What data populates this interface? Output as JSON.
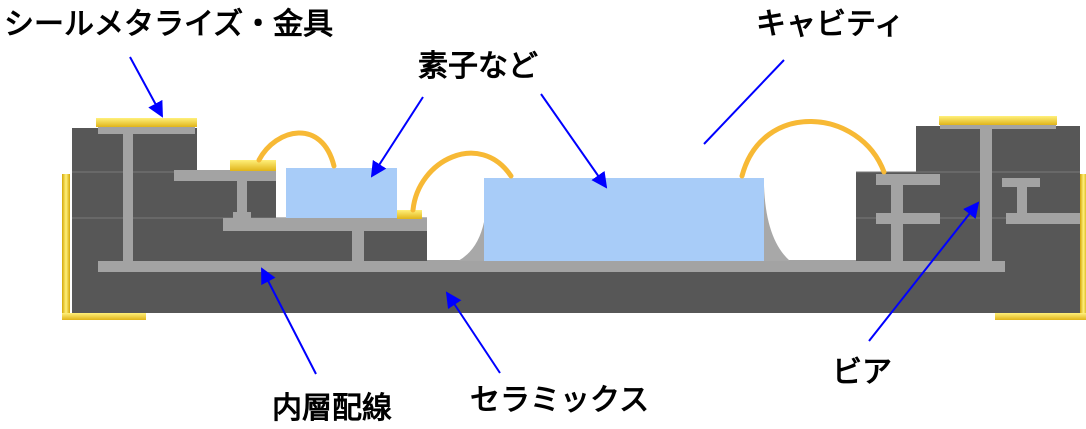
{
  "labels": {
    "seal_metallize": "シールメタライズ・金具",
    "element": "素子など",
    "cavity": "キャビティ",
    "via": "ビア",
    "inner_wiring": "内層配線",
    "ceramics": "セラミックス"
  },
  "colors": {
    "ceramic": "#575757",
    "wiring": "#a3a3a3",
    "die": "#a8ccf8",
    "bond_wire": "#f7b935",
    "gold_pad": "#f3cd33",
    "arrow": "#0000ff",
    "text": "#000000"
  }
}
